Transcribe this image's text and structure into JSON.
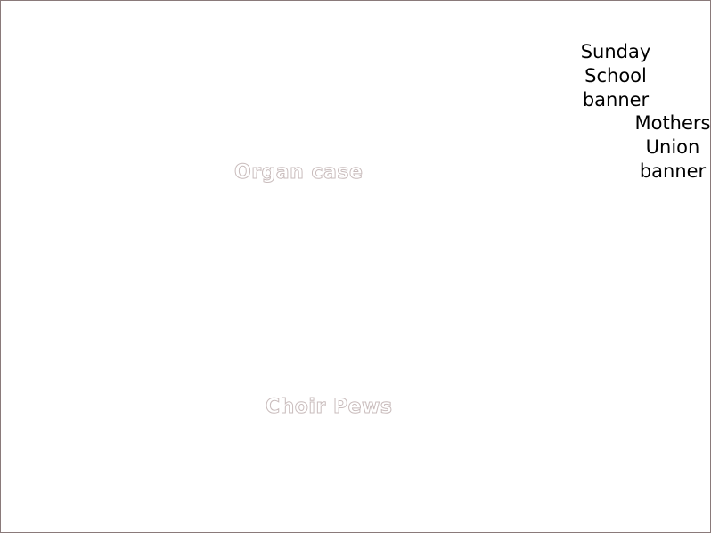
{
  "plan": {
    "labels": {
      "sunday_school_banner": [
        "Sunday",
        "School",
        "banner"
      ],
      "mothers_union_banner": [
        "Mothers",
        "Union",
        "banner"
      ],
      "organ_case": "Organ case",
      "choir_pews": "Choir Pews"
    },
    "colors": {
      "border": "#8a7a7a",
      "ghost_outline": "#c9bcbc",
      "text": "#000000"
    }
  }
}
